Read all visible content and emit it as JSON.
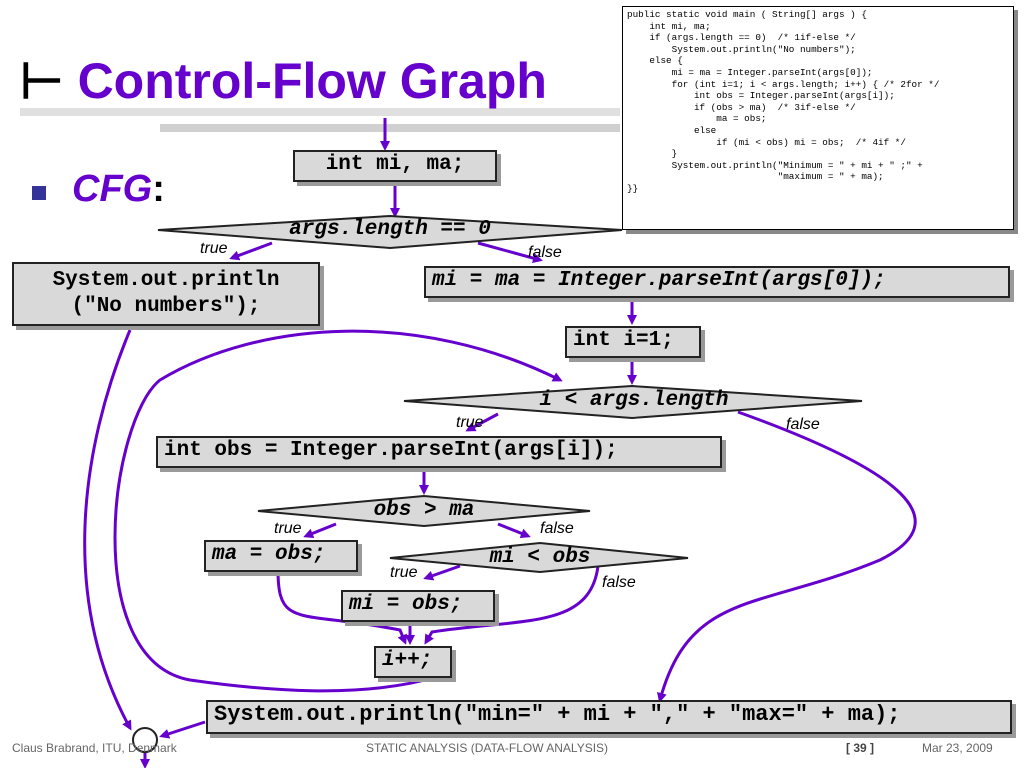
{
  "slide": {
    "title": "Control-Flow Graph",
    "title_marker": "⊢",
    "subtitle": "CFG",
    "subtitle_colon": ":"
  },
  "code": [
    "public static void main ( String[] args ) {",
    "    int mi, ma;",
    "    if (args.length == 0)  /* 1if-else */",
    "        System.out.println(\"No numbers\");",
    "    else {",
    "        mi = ma = Integer.parseInt(args[0]);",
    "        for (int i=1; i < args.length; i++) { /* 2for */",
    "            int obs = Integer.parseInt(args[i]);",
    "            if (obs > ma)  /* 3if-else */",
    "                ma = obs;",
    "            else",
    "                if (mi < obs) mi = obs;  /* 4if */",
    "        }",
    "        System.out.println(\"Minimum = \" + mi + \" ;\" +",
    "                           \"maximum = \" + ma);",
    "}}"
  ],
  "nodes": {
    "decl": "int mi, ma;",
    "cond1": "args.length == 0",
    "print_none_1": "System.out.println",
    "print_none_2": "(\"No numbers\");",
    "assign": "mi = ma = Integer.parseInt(args[0]);",
    "init_i": "int i=1;",
    "cond2": "i < args.length",
    "obs": "int obs = Integer.parseInt(args[i]);",
    "cond3": "obs > ma",
    "ma_obs": "ma = obs;",
    "cond4": "mi < obs",
    "mi_obs": "mi = obs;",
    "incr": "i++;",
    "print_final": "System.out.println(\"min=\" + mi + \",\" + \"max=\" + ma);"
  },
  "labels": {
    "t1": "true",
    "f1": "false",
    "t2": "true",
    "f2": "false",
    "t3": "true",
    "f3": "false",
    "t4": "true",
    "f4": "false"
  },
  "footer": {
    "author": "Claus Brabrand, ITU, Denmark",
    "course": "STATIC ANALYSIS (DATA-FLOW ANALYSIS)",
    "page": "[ 39 ]",
    "date": "Mar 23, 2009"
  },
  "colors": {
    "accent": "#6600cc",
    "node_fill": "#d9d9d9",
    "bullet": "#333399"
  }
}
